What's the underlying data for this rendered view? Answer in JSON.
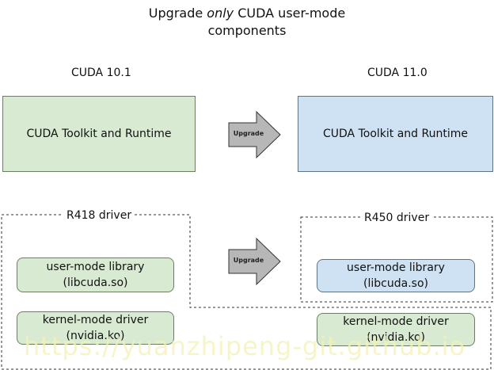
{
  "title": {
    "before": "Upgrade ",
    "emphasis": "only",
    "after": " CUDA user-mode",
    "line2": "components"
  },
  "left": {
    "version": "CUDA 10.1",
    "toolkit": "CUDA Toolkit and Runtime",
    "driver_label": "R418 driver",
    "user_lib_line1": "user-mode library",
    "user_lib_line2": "(libcuda.so)",
    "kernel_line1": "kernel-mode driver",
    "kernel_line2": "(nvidia.ko)"
  },
  "right": {
    "version": "CUDA 11.0",
    "toolkit": "CUDA Toolkit and Runtime",
    "driver_label": "R450 driver",
    "user_lib_line1": "user-mode library",
    "user_lib_line2": "(libcuda.so)",
    "kernel_line1": "kernel-mode driver",
    "kernel_line2": "(nvidia.ko)"
  },
  "arrows": {
    "top_label": "Upgrade",
    "bottom_label": "Upgrade"
  },
  "watermark": "https://yuanzhipeng-git.github.io",
  "colors": {
    "green_fill": "#d9ead3",
    "blue_fill": "#cfe2f3",
    "arrow_fill": "#b7b7b7"
  }
}
